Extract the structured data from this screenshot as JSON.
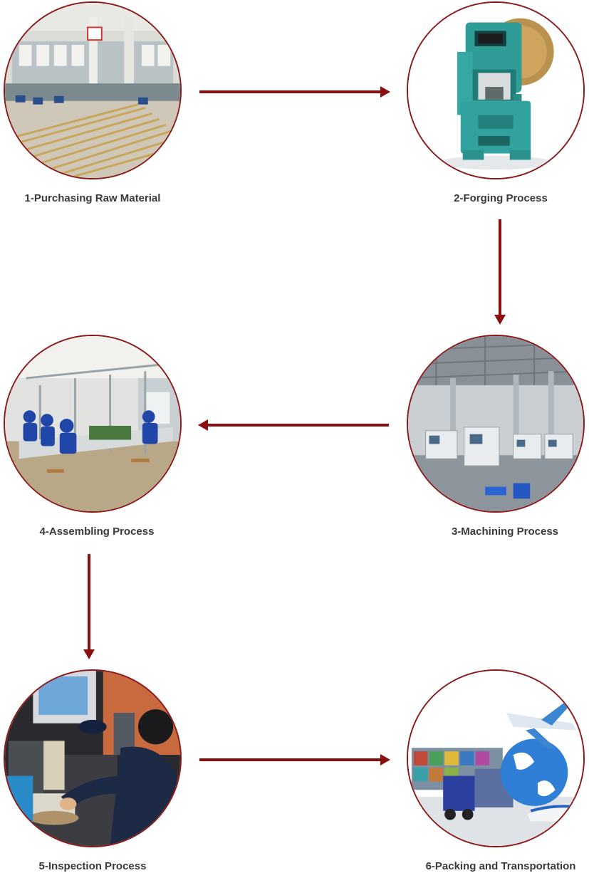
{
  "colors": {
    "accent": "#8b0f0f",
    "ring": "#8b1a1a",
    "label": "#3a3a3a"
  },
  "steps": [
    {
      "label": "1-Purchasing Raw Material",
      "icon": "raw-material-warehouse-photo"
    },
    {
      "label": "2-Forging Process",
      "icon": "forging-press-photo"
    },
    {
      "label": "3-Machining Process",
      "icon": "cnc-machining-hall-photo"
    },
    {
      "label": "4-Assembling Process",
      "icon": "assembly-line-photo"
    },
    {
      "label": "5-Inspection Process",
      "icon": "inspection-station-photo"
    },
    {
      "label": "6-Packing and Transportation",
      "icon": "logistics-transport-photo"
    }
  ],
  "flow": [
    "1 to 2",
    "2 to 3",
    "3 to 4",
    "4 to 5",
    "5 to 6"
  ]
}
